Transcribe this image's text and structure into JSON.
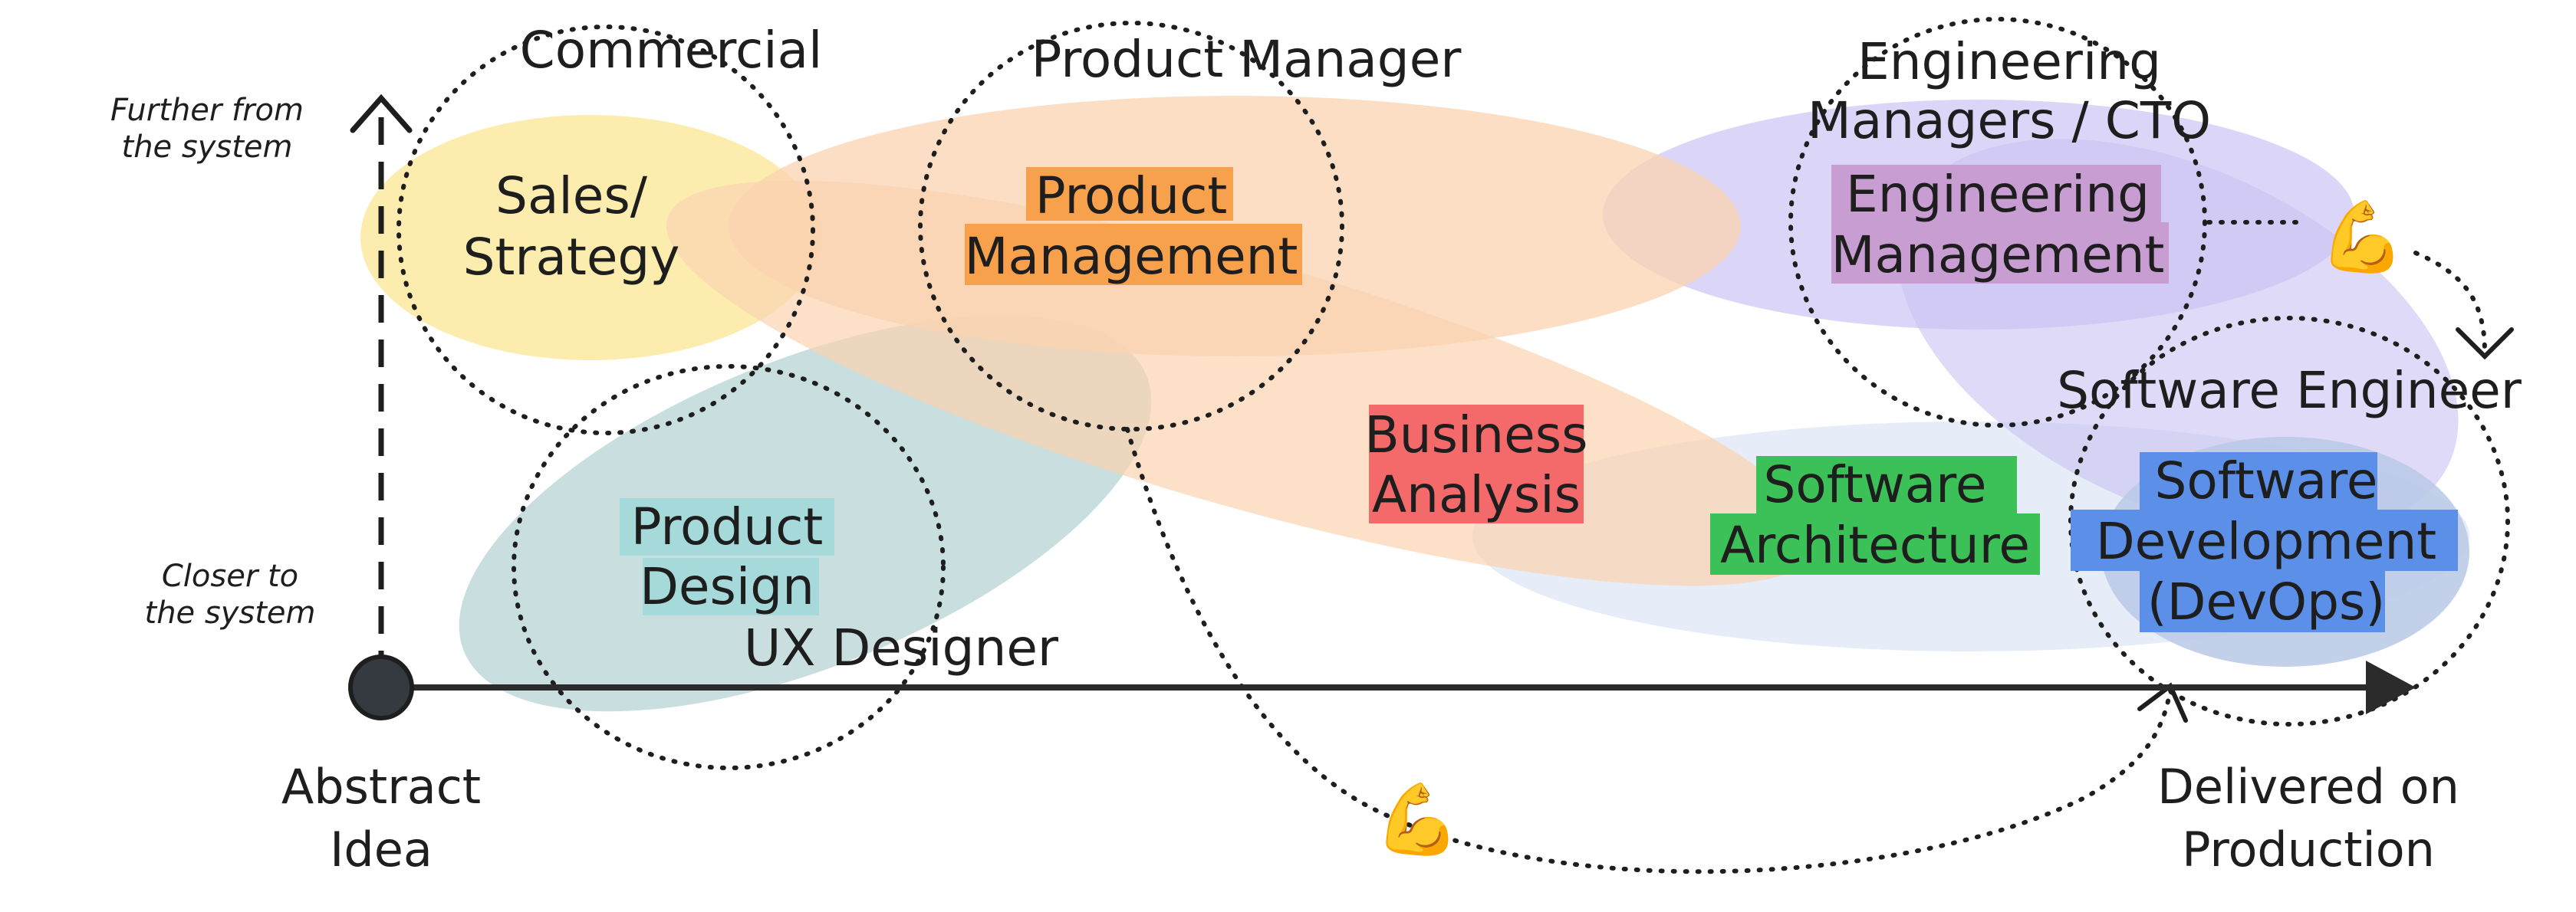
{
  "axes": {
    "x_start": [
      "Abstract",
      "Idea"
    ],
    "x_end": [
      "Delivered on",
      "Production"
    ],
    "y_top": [
      "Further from",
      "the system"
    ],
    "y_bottom": [
      "Closer to",
      "the system"
    ]
  },
  "roles": {
    "commercial": "Commercial",
    "product_manager": "Product Manager",
    "engineering_managers": [
      "Engineering",
      "Managers / CTO"
    ],
    "software_engineer": "Software Engineer",
    "ux_designer": "UX Designer"
  },
  "areas": {
    "sales_strategy": [
      "Sales/",
      "Strategy"
    ],
    "product_management": [
      "Product",
      "Management"
    ],
    "engineering_management": [
      "Engineering",
      "Management"
    ],
    "business_analysis": [
      "Business",
      "Analysis"
    ],
    "software_architecture": [
      "Software",
      "Architecture"
    ],
    "software_development": [
      "Software",
      "Development",
      "(DevOps)"
    ],
    "product_design": [
      "Product",
      "Design"
    ]
  },
  "icons": {
    "muscle": "💪"
  },
  "colors": {
    "sales": "#fbeaa0",
    "product": "#fbd3b0",
    "engineering_mgmt": "#cfc8f4",
    "design": "#bcd6d6",
    "architecture_region": "#e3ebf7",
    "dev_region": "#b9c8e6",
    "label_product_management": "#f7a14c",
    "label_engineering_management": "#c89ed2",
    "label_business_analysis": "#f46a6a",
    "label_software_architecture": "#3cc158",
    "label_software_development": "#5b8fe8",
    "label_product_design": "#a6dada"
  }
}
